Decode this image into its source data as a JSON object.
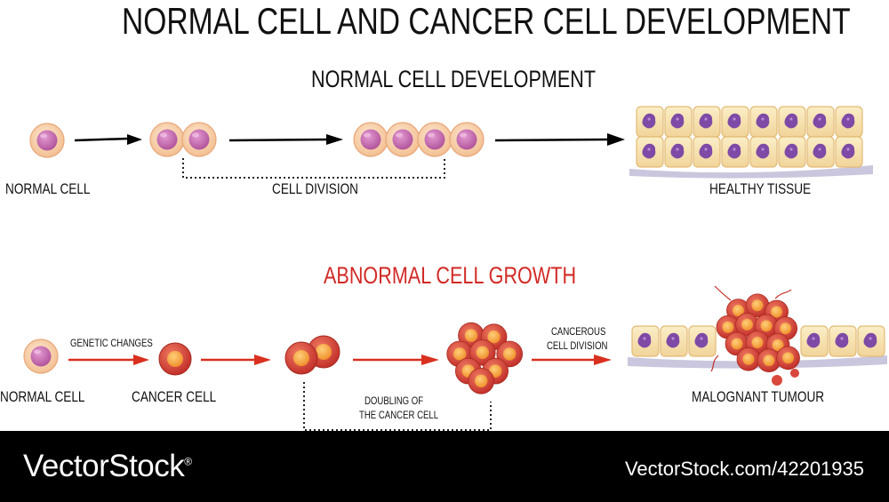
{
  "title": "NORMAL CELL AND CANCER CELL DEVELOPMENT",
  "normal_section": {
    "heading": "NORMAL CELL DEVELOPMENT",
    "labels": {
      "normal_cell": "NORMAL CELL",
      "cell_division": "CELL DIVISION",
      "healthy_tissue": "HEALTHY TISSUE"
    }
  },
  "abnormal_section": {
    "heading": "ABNORMAL CELL GROWTH",
    "labels": {
      "normal_cell": "NORMAL CELL",
      "genetic_changes": "GENETIC CHANGES",
      "cancer_cell": "CANCER CELL",
      "doubling_line1": "DOUBLING OF",
      "doubling_line2": "THE CANCER CELL",
      "cancerous_line1": "CANCEROUS",
      "cancerous_line2": "CELL DIVISION",
      "malignant_tumour": "MALOGNANT TUMOUR"
    }
  },
  "watermark": {
    "brand": "VectorStock",
    "registered": "®",
    "url": "VectorStock.com/42201935"
  },
  "colors": {
    "heading_red": "#d22a25",
    "normal_cell_outer": "#f7cfa8",
    "normal_cell_nucleus": "#c56fb0",
    "cancer_cell": "#d9473d",
    "tissue_cell": "#f6e0a8",
    "tissue_nucleus": "#7e4aa6",
    "arrow_black": "#000000",
    "arrow_red": "#d9301f",
    "footer_bg": "#000000"
  }
}
